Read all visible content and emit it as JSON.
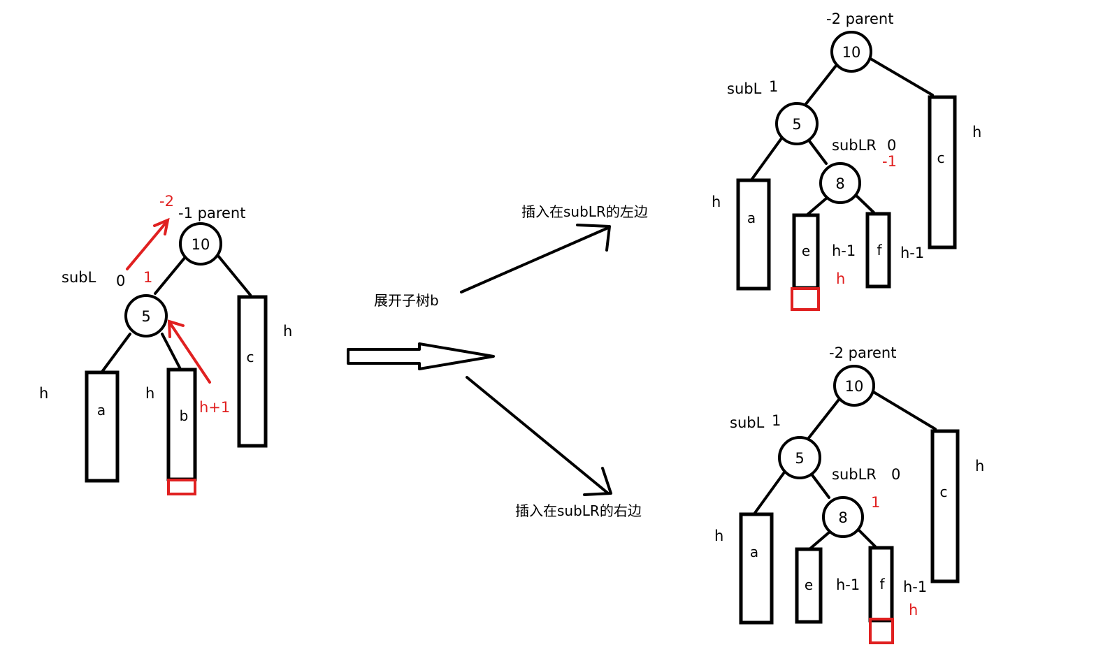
{
  "left_tree": {
    "root_value": "10",
    "root_balance_new": "-2",
    "root_label": "-1  parent",
    "subL_label": "subL",
    "subL_balance_old": "0",
    "subL_balance_new": "1",
    "subL_value": "5",
    "subtree_a": "a",
    "subtree_b": "b",
    "subtree_c": "c",
    "height_a": "h",
    "height_b": "h",
    "height_b_new": "h+1",
    "height_c": "h"
  },
  "middle": {
    "expand_label": "展开子树b",
    "top_branch_label": "插入在subLR的左边",
    "bottom_branch_label": "插入在subLR的右边"
  },
  "top_right_tree": {
    "root_label": "-2  parent",
    "root_value": "10",
    "subL_label": "subL",
    "subL_balance": "1",
    "subL_value": "5",
    "subLR_label": "subLR",
    "subLR_balance_old": "0",
    "subLR_balance_new": "-1",
    "subLR_value": "8",
    "subtree_a": "a",
    "subtree_e": "e",
    "subtree_f": "f",
    "subtree_c": "c",
    "height_a": "h",
    "height_e": "h-1",
    "height_e_new": "h",
    "height_f": "h-1",
    "height_c": "h"
  },
  "bottom_right_tree": {
    "root_label": "-2  parent",
    "root_value": "10",
    "subL_label": "subL",
    "subL_balance": "1",
    "subL_value": "5",
    "subLR_label": "subLR",
    "subLR_balance_old": "0",
    "subLR_balance_new": "1",
    "subLR_value": "8",
    "subtree_a": "a",
    "subtree_e": "e",
    "subtree_f": "f",
    "subtree_c": "c",
    "height_a": "h",
    "height_e": "h-1",
    "height_f": "h-1",
    "height_f_new": "h",
    "height_c": "h"
  },
  "colors": {
    "ink": "#000000",
    "highlight": "#e02020",
    "background": "#ffffff"
  }
}
